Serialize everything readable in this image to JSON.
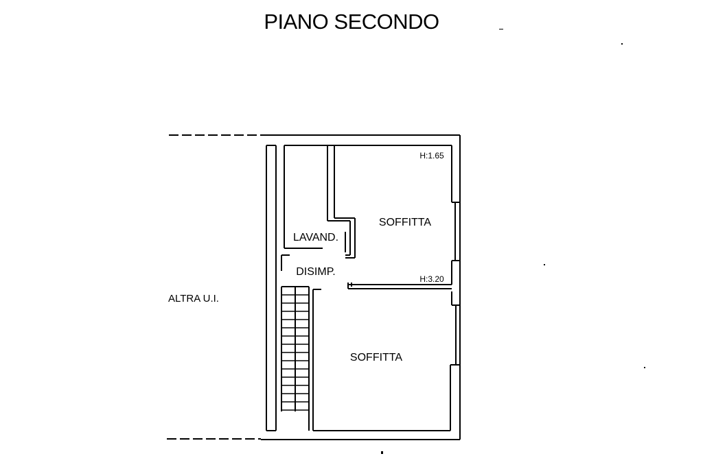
{
  "title": "PIANO SECONDO",
  "rooms": {
    "upper_room": "SOFFITTA",
    "lower_room": "SOFFITTA",
    "laundry": "LAVAND.",
    "hallway": "DISIMP.",
    "adjacent_unit": "ALTRA U.I."
  },
  "heights": {
    "upper_corner": "H:1.65",
    "lower_corner": "H:3.20"
  },
  "colors": {
    "line": "#000000",
    "background": "#ffffff"
  }
}
